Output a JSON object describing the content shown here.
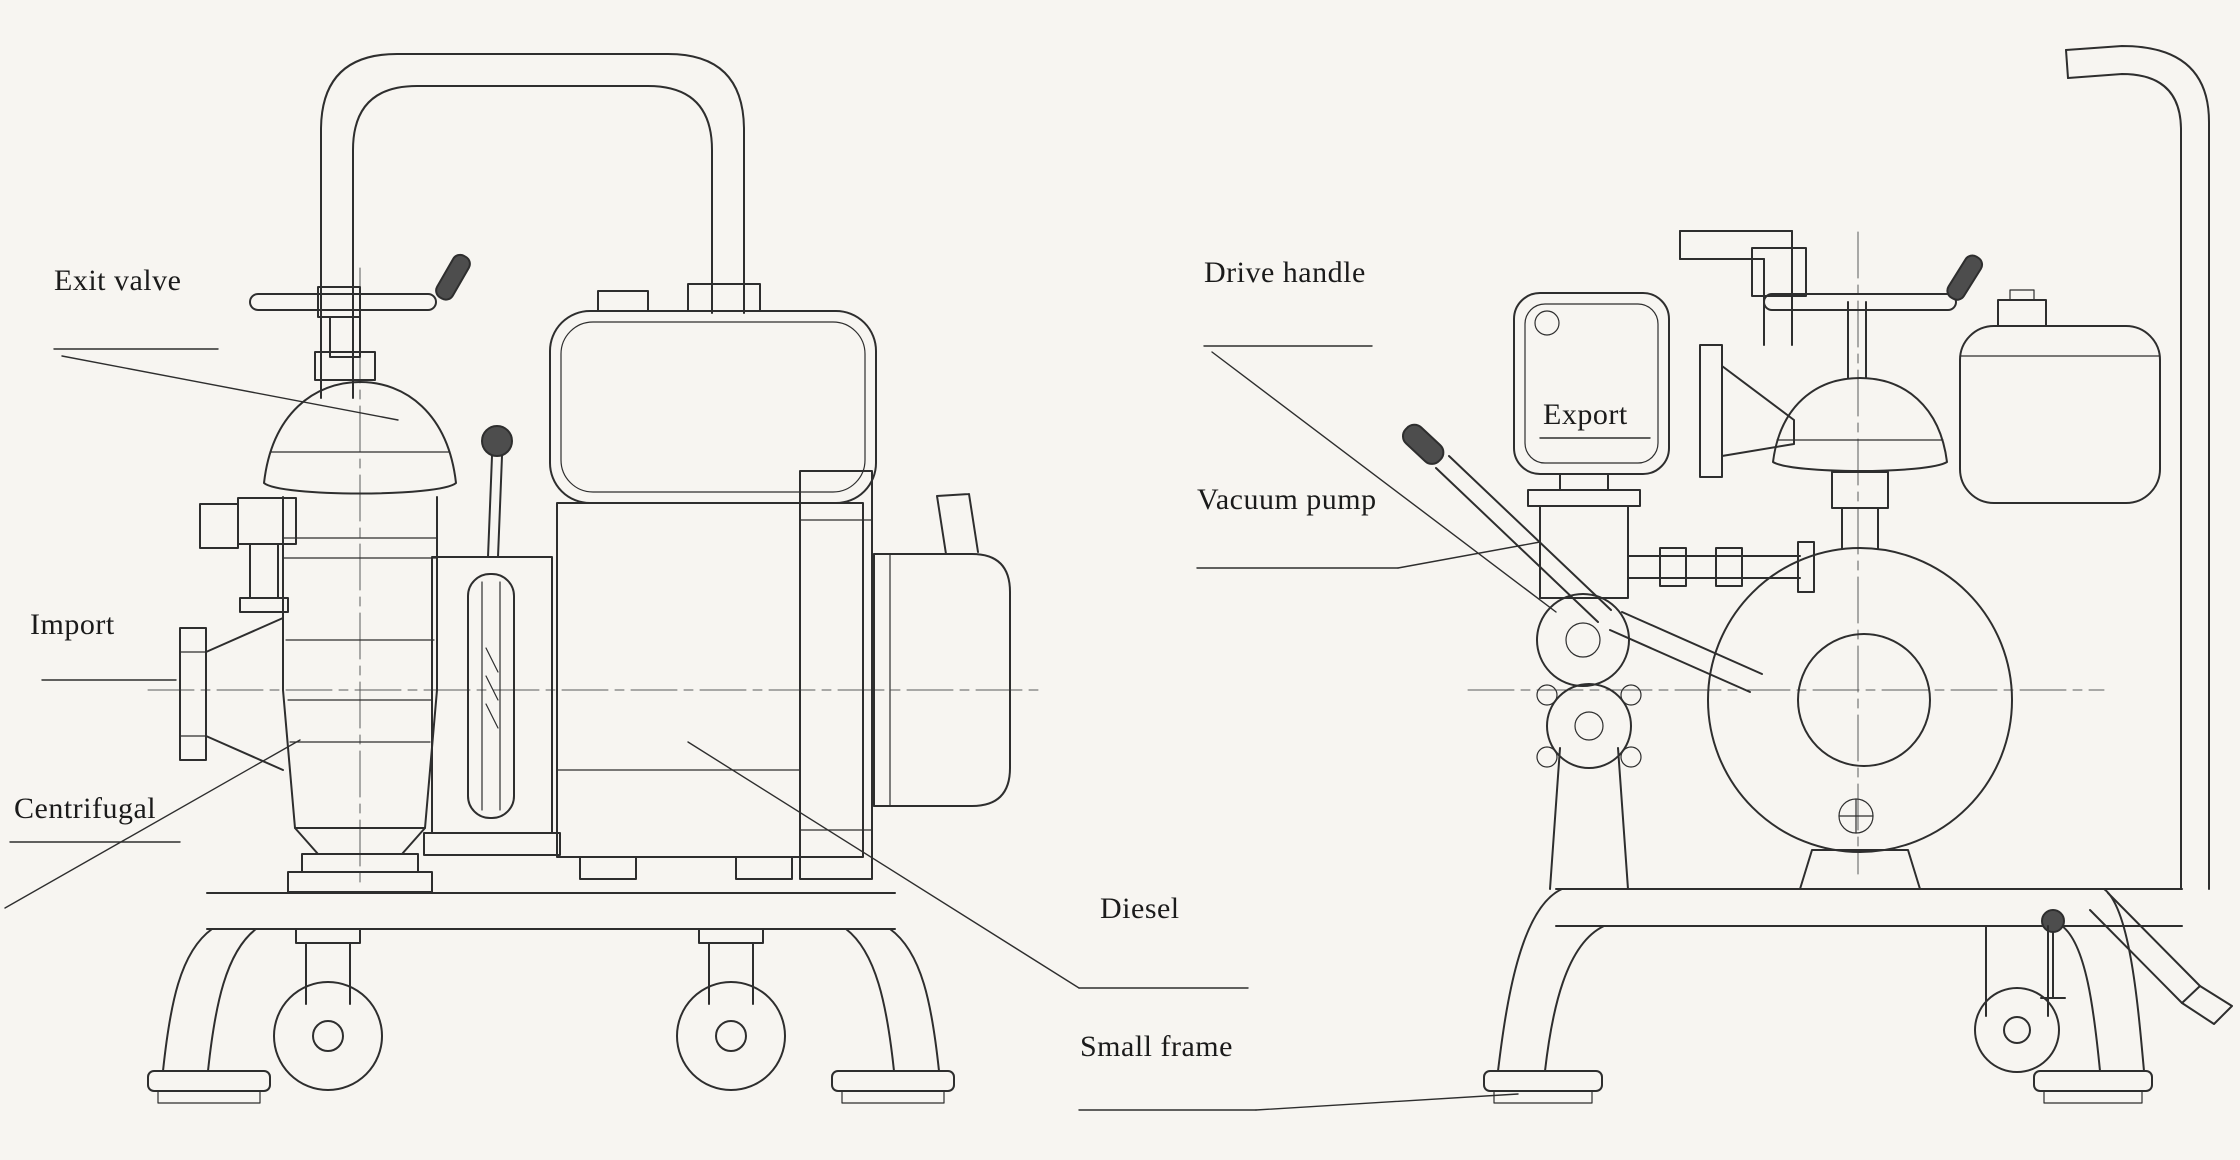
{
  "page": {
    "background_color": "#f7f5f1",
    "line_color": "#2e2e2e",
    "text_color": "#1b1b1b"
  },
  "labels": {
    "exit_valve": "Exit valve",
    "import": "Import",
    "centrifugal": "Centrifugal",
    "diesel": "Diesel",
    "small_frame": "Small frame",
    "drive_handle": "Drive handle",
    "export": "Export",
    "vacuum_pump": "Vacuum pump"
  }
}
